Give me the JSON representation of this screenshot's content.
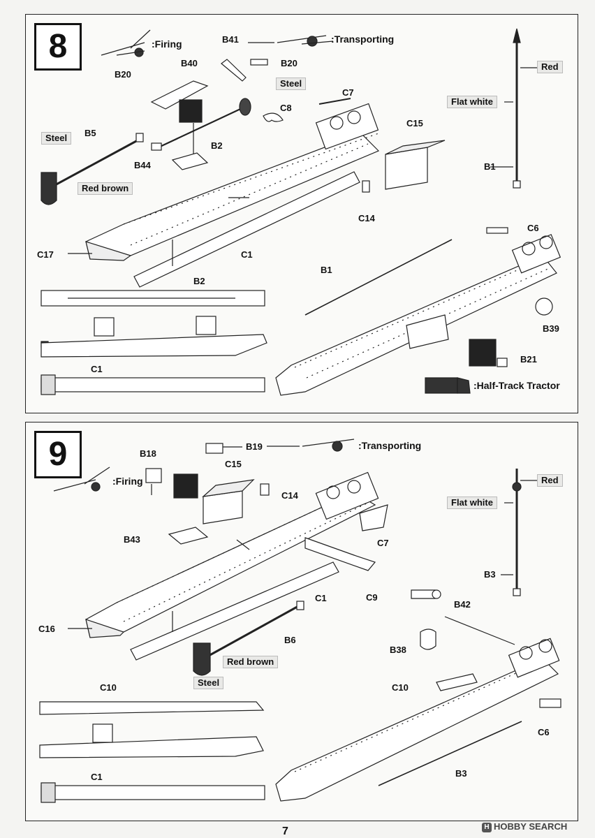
{
  "step8": {
    "number": "8",
    "firing_label": ":Firing",
    "transporting_label": ":Transporting",
    "half_track_label": ":Half-Track Tractor",
    "parts": {
      "B41": "B41",
      "B40": "B40",
      "B20a": "B20",
      "B20b": "B20",
      "C7": "C7",
      "C8": "C8",
      "B5": "B5",
      "B2a": "B2",
      "B44": "B44",
      "C15": "C15",
      "C14": "C14",
      "C17": "C17",
      "C1a": "C1",
      "B2b": "B2",
      "C1b": "C1",
      "C6": "C6",
      "B1a": "B1",
      "B1b": "B1",
      "B39": "B39",
      "B21": "B21"
    },
    "colors": {
      "steel1": "Steel",
      "steel2": "Steel",
      "red_brown": "Red brown",
      "red": "Red",
      "flat_white": "Flat white"
    }
  },
  "step9": {
    "number": "9",
    "firing_label": ":Firing",
    "transporting_label": ":Transporting",
    "parts": {
      "B18": "B18",
      "B19": "B19",
      "C15": "C15",
      "C14": "C14",
      "B43": "B43",
      "C7": "C7",
      "C1a": "C1",
      "C9": "C9",
      "C16": "C16",
      "B6": "B6",
      "B42": "B42",
      "B38": "B38",
      "B3": "B3",
      "C10a": "C10",
      "C10b": "C10",
      "C1b": "C1",
      "C6": "C6",
      "B3b": "B3"
    },
    "colors": {
      "steel": "Steel",
      "red_brown": "Red brown",
      "red": "Red",
      "flat_white": "Flat white"
    }
  },
  "page_number": "7",
  "watermark": "HOBBY SEARCH",
  "watermark_logo": "H"
}
